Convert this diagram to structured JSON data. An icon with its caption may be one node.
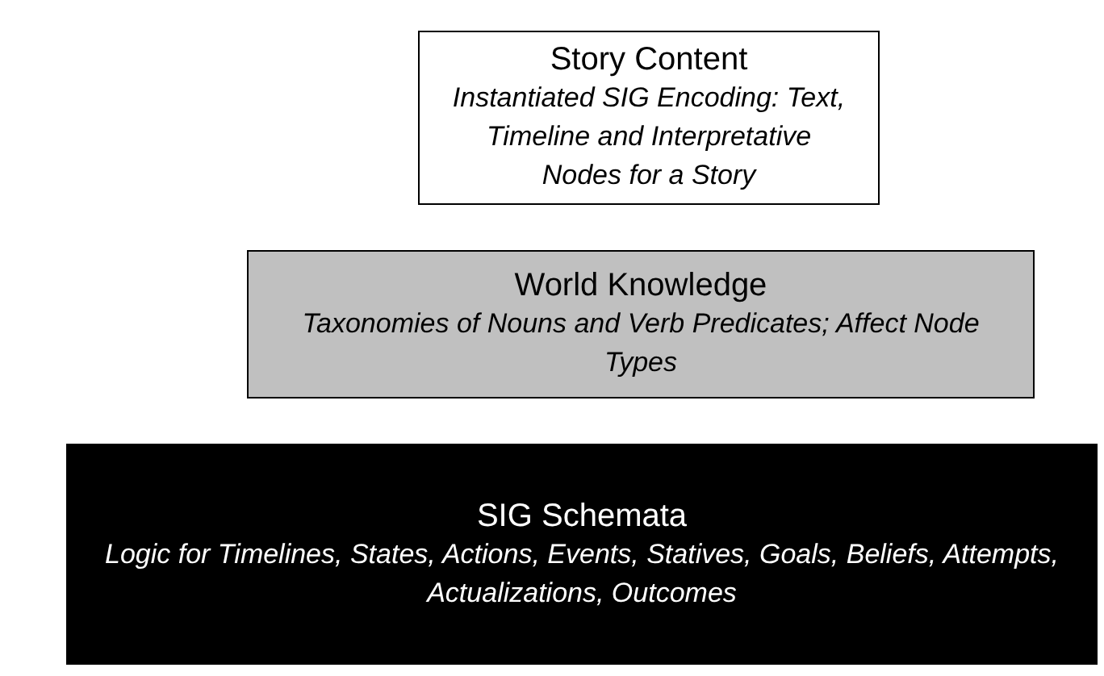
{
  "diagram": {
    "nodes": [
      {
        "text": [
          "Story Content",
          "Instantiated SIG Encoding: Text, Timeline and Interpretative Nodes for a Story"
        ]
      },
      {
        "text": [
          "World Knowledge",
          "Taxonomies of Nouns and Verb Predicates; Affect Node Types"
        ]
      },
      {
        "text": [
          "SIG Schemata",
          "Logic for Timelines, States, Actions, Events, Statives, Goals, Beliefs, Attempts, Actualizations, Outcomes"
        ]
      }
    ]
  }
}
